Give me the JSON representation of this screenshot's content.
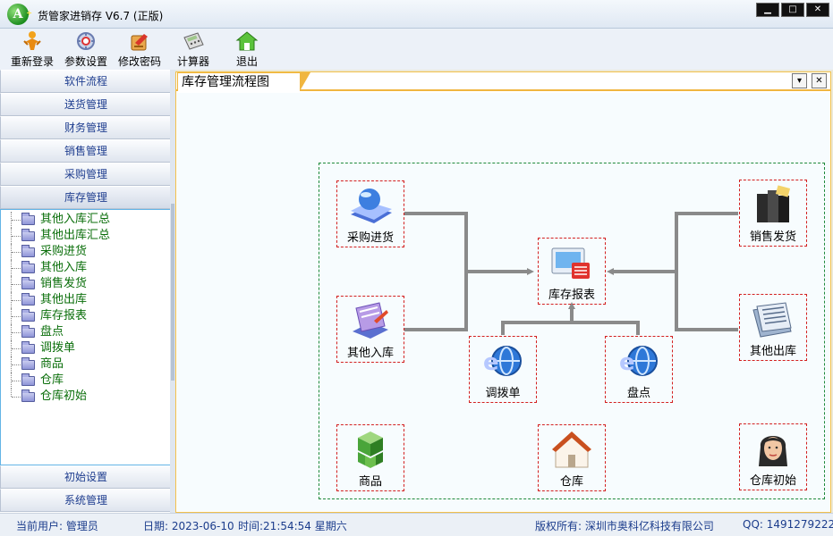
{
  "window": {
    "logo_text": "A",
    "title": "货管家进销存 V6.7 (正版)",
    "controls": [
      "▁",
      "□",
      "✕"
    ]
  },
  "toolbar": [
    {
      "label": "重新登录",
      "icon": "relogin-icon"
    },
    {
      "label": "参数设置",
      "icon": "settings-icon"
    },
    {
      "label": "修改密码",
      "icon": "change-password-icon"
    },
    {
      "label": "计算器",
      "icon": "calculator-icon"
    },
    {
      "label": "退出",
      "icon": "exit-icon"
    }
  ],
  "sidebar": {
    "sections_top": [
      "软件流程",
      "送货管理",
      "财务管理",
      "销售管理",
      "采购管理",
      "库存管理"
    ],
    "active_section": "库存管理",
    "tree_items": [
      "其他入库汇总",
      "其他出库汇总",
      "采购进货",
      "其他入库",
      "销售发货",
      "其他出库",
      "库存报表",
      "盘点",
      "调拨单",
      "商品",
      "仓库",
      "仓库初始"
    ],
    "sections_bottom": [
      "初始设置",
      "系统管理"
    ]
  },
  "main": {
    "tab_title": "库存管理流程图",
    "tab_controls": [
      "▾",
      "✕"
    ]
  },
  "flow": {
    "nodes": [
      {
        "id": "purchase",
        "label": "采购进货",
        "icon": "globe-book-icon"
      },
      {
        "id": "other-in",
        "label": "其他入库",
        "icon": "inbound-edit-icon"
      },
      {
        "id": "report",
        "label": "库存报表",
        "icon": "monitor-report-icon"
      },
      {
        "id": "transfer",
        "label": "调拨单",
        "icon": "ie-globe-icon"
      },
      {
        "id": "stocktake",
        "label": "盘点",
        "icon": "ie-globe-icon"
      },
      {
        "id": "sales",
        "label": "销售发货",
        "icon": "books-icon"
      },
      {
        "id": "other-out",
        "label": "其他出库",
        "icon": "newspaper-icon"
      },
      {
        "id": "goods",
        "label": "商品",
        "icon": "cubes-icon"
      },
      {
        "id": "warehouse",
        "label": "仓库",
        "icon": "house-icon"
      },
      {
        "id": "warehouse-init",
        "label": "仓库初始",
        "icon": "person-avatar-icon"
      }
    ]
  },
  "status": {
    "user": "当前用户: 管理员",
    "date": "日期: 2023-06-10",
    "time": "时间:21:54:54 星期六",
    "copyright": "版权所有: 深圳市奥科亿科技有限公司",
    "qq": "QQ: 1491279222"
  },
  "colors": {
    "flow_border": "#1f8a3b",
    "node_border": "#d32020",
    "connector": "#8a8a8a",
    "tab_accent": "#f0b640",
    "tree_text": "#0a6e0a",
    "nav_text": "#1e3d8f"
  }
}
